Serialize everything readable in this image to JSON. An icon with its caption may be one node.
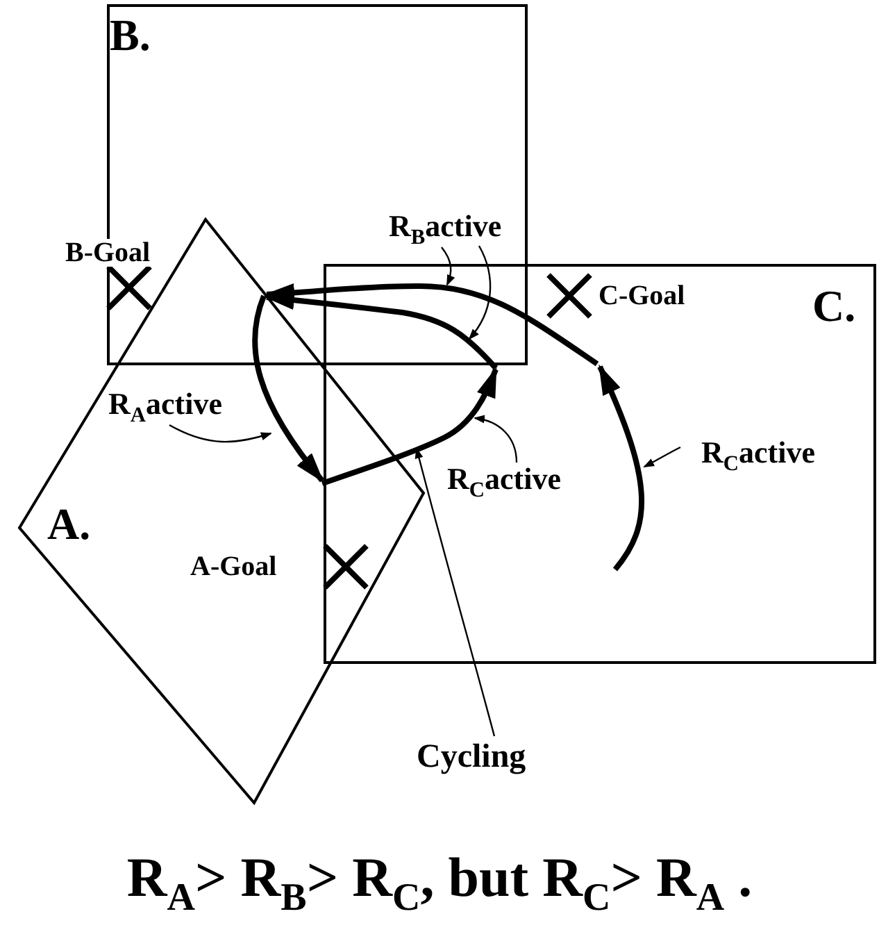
{
  "diagram": {
    "caption": "R$_{A}$> R$_{B}$> R$_{C}$, but R$_{C}$> R$_{A}$ .",
    "nodes": [
      {
        "text": [
          "B."
        ]
      },
      {
        "text": [
          "C."
        ]
      },
      {
        "text": [
          "A."
        ]
      },
      {
        "text": [
          "R$_{B}$active"
        ],
        "in": 0
      },
      {
        "text": [
          "R$_{A}$active"
        ],
        "in": 2
      },
      {
        "text": [
          "R$_{C}$active"
        ],
        "in": 1
      },
      {
        "text": [
          "R$_{C}$active"
        ],
        "in": 1
      },
      {
        "text": [
          "Cycling"
        ]
      },
      {
        "text": [],
        "shape": "arrow",
        "in": 2
      },
      {
        "text": [],
        "shape": "arrow"
      },
      {
        "text": [],
        "shape": "arrow"
      },
      {
        "text": [],
        "shape": "arrow",
        "in": 1
      },
      {
        "text": [],
        "shape": "arrow",
        "in": 1
      }
    ],
    "edges": [
      {
        "from": 3,
        "to": 9,
        "arrow": "to"
      },
      {
        "from": 3,
        "to": 10,
        "arrow": "to"
      },
      {
        "from": 4,
        "to": 8,
        "arrow": "to"
      },
      {
        "from": 5,
        "to": 11,
        "arrow": "to"
      },
      {
        "from": 6,
        "to": 12,
        "arrow": "to"
      },
      {
        "from": 7,
        "to": 11,
        "arrow": "to"
      }
    ],
    "labels": [
      "B-Goal",
      "C-Goal",
      "A-Goal"
    ]
  }
}
